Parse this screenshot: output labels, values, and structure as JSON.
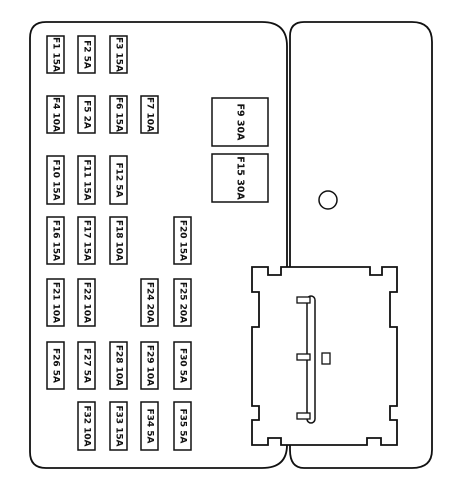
{
  "fuses": [
    {
      "id": "F1",
      "label": "F1 15A"
    },
    {
      "id": "F2",
      "label": "F2  5A"
    },
    {
      "id": "F3",
      "label": "F3 15A"
    },
    {
      "id": "F4",
      "label": "F4 10A"
    },
    {
      "id": "F5",
      "label": "F5  2A"
    },
    {
      "id": "F6",
      "label": "F6 15A"
    },
    {
      "id": "F7",
      "label": "F7 10A"
    },
    {
      "id": "F9",
      "label": "F9 30A"
    },
    {
      "id": "F10",
      "label": "F10 15A"
    },
    {
      "id": "F11",
      "label": "F11 15A"
    },
    {
      "id": "F12",
      "label": "F12  5A"
    },
    {
      "id": "F15",
      "label": "F15 30A"
    },
    {
      "id": "F16",
      "label": "F16 15A"
    },
    {
      "id": "F17",
      "label": "F17 15A"
    },
    {
      "id": "F18",
      "label": "F18 10A"
    },
    {
      "id": "F20",
      "label": "F20 15A"
    },
    {
      "id": "F21",
      "label": "F21 10A"
    },
    {
      "id": "F22",
      "label": "F22 10A"
    },
    {
      "id": "F24",
      "label": "F24 20A"
    },
    {
      "id": "F25",
      "label": "F25 20A"
    },
    {
      "id": "F26",
      "label": "F26  5A"
    },
    {
      "id": "F27",
      "label": "F27  5A"
    },
    {
      "id": "F28",
      "label": "F28 10A"
    },
    {
      "id": "F29",
      "label": "F29 10A"
    },
    {
      "id": "F30",
      "label": "F30  5A"
    },
    {
      "id": "F32",
      "label": "F32 10A"
    },
    {
      "id": "F33",
      "label": "F33 15A"
    },
    {
      "id": "F34",
      "label": "F34  5A"
    },
    {
      "id": "F35",
      "label": "F35  5A"
    }
  ],
  "colors": {
    "stroke": "#111111",
    "background": "#ffffff"
  }
}
